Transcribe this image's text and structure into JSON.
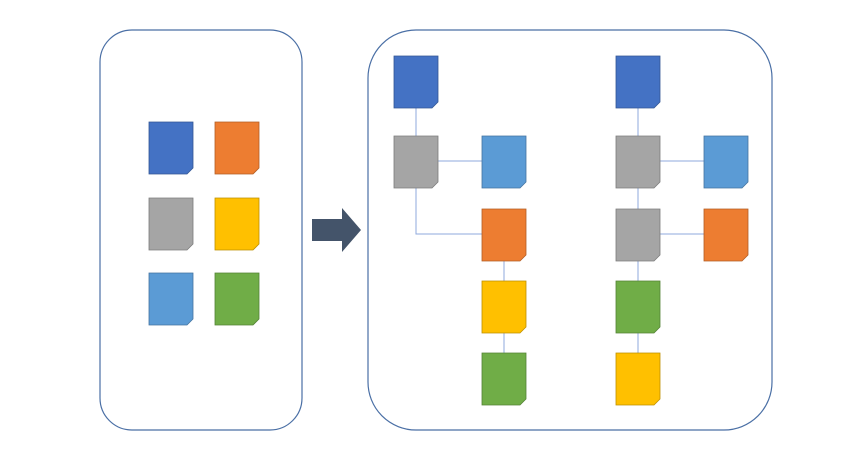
{
  "colors": {
    "dark_blue": "#4472C4",
    "orange": "#ED7D31",
    "gray": "#A5A5A5",
    "yellow": "#FFC000",
    "light_blue": "#5B9BD5",
    "green": "#70AD47",
    "panel_border": "#4A6FA5",
    "connector": "#8FAADC",
    "arrow_fill": "#44546A"
  },
  "source_panel": {
    "documents": [
      "dark_blue",
      "orange",
      "gray",
      "yellow",
      "light_blue",
      "green"
    ]
  },
  "result_panel": {
    "tree_left": [
      "dark_blue",
      "gray",
      "light_blue",
      "orange",
      "yellow",
      "green"
    ],
    "tree_right": [
      "dark_blue",
      "gray",
      "light_blue",
      "gray",
      "orange",
      "green",
      "yellow"
    ]
  },
  "arrow": {
    "icon": "right-arrow-icon"
  }
}
